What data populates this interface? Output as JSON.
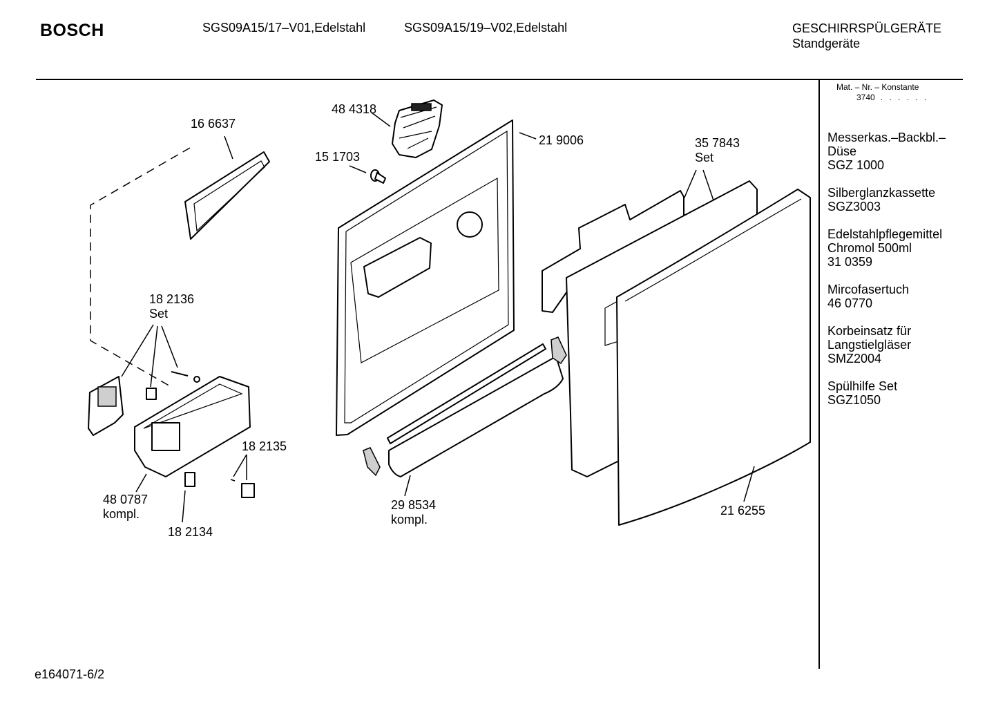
{
  "header": {
    "brand": "BOSCH",
    "model_1": "SGS09A15/17–V01,Edelstahl",
    "model_2": "SGS09A15/19–V02,Edelstahl",
    "category": "GESCHIRRSPÜLGERÄTE",
    "subcategory": "Standgeräte"
  },
  "sidebar": {
    "mat_heading": "Mat. – Nr. – Konstante",
    "mat_value": "3740",
    "mat_dots": ". . . . . .",
    "accessories": [
      {
        "lines": [
          "Messerkas.–Backbl.–",
          "Düse",
          "SGZ 1000"
        ]
      },
      {
        "lines": [
          "Silberglanzkassette",
          "SGZ3003"
        ]
      },
      {
        "lines": [
          "Edelstahlpflegemittel",
          "Chromol 500ml",
          "31 0359"
        ]
      },
      {
        "lines": [
          "Mircofasertuch",
          "46 0770"
        ]
      },
      {
        "lines": [
          "Korbeinsatz für",
          "Langstielgläser",
          "SMZ2004"
        ]
      },
      {
        "lines": [
          "Spülhilfe Set",
          "SGZ1050"
        ]
      }
    ]
  },
  "parts": {
    "p166637": "16 6637",
    "p484318": "48 4318",
    "p151703": "15 1703",
    "p219006": "21 9006",
    "p357843": "35 7843",
    "p357843_sub": "Set",
    "p182136": "18 2136",
    "p182136_sub": "Set",
    "p182135": "18 2135",
    "p480787": "48 0787",
    "p480787_sub": "kompl.",
    "p182134": "18 2134",
    "p298534": "29 8534",
    "p298534_sub": "kompl.",
    "p216255": "21 6255"
  },
  "footer": {
    "code": "e164071-6/2"
  }
}
